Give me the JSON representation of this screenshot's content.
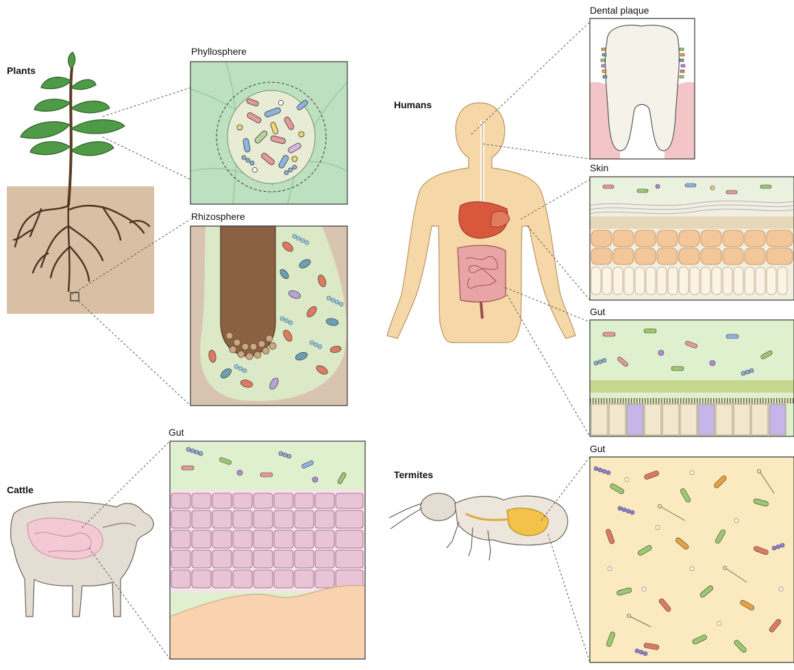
{
  "hosts": {
    "plants": "Plants",
    "humans": "Humans",
    "cattle": "Cattle",
    "termites": "Termites"
  },
  "panels": {
    "phyllosphere": "Phyllosphere",
    "rhizosphere": "Rhizosphere",
    "dental_plaque": "Dental plaque",
    "skin": "Skin",
    "human_gut": "Gut",
    "cattle_gut": "Gut",
    "termite_gut": "Gut"
  },
  "colors": {
    "soil": "#d9bfa4",
    "leaf": "#4f9a46",
    "phyllosphere_bg": "#bde0c0",
    "rhizosphere_bg": "#d8c4b0",
    "human_skin": "#f6d8a8",
    "cattle_body": "#e4ddd4",
    "gut_lumen": "#dff0cf",
    "epithelium_pink": "#e9c3d6",
    "termite_gut_bg": "#fbe9c0",
    "outline": "#333333"
  }
}
